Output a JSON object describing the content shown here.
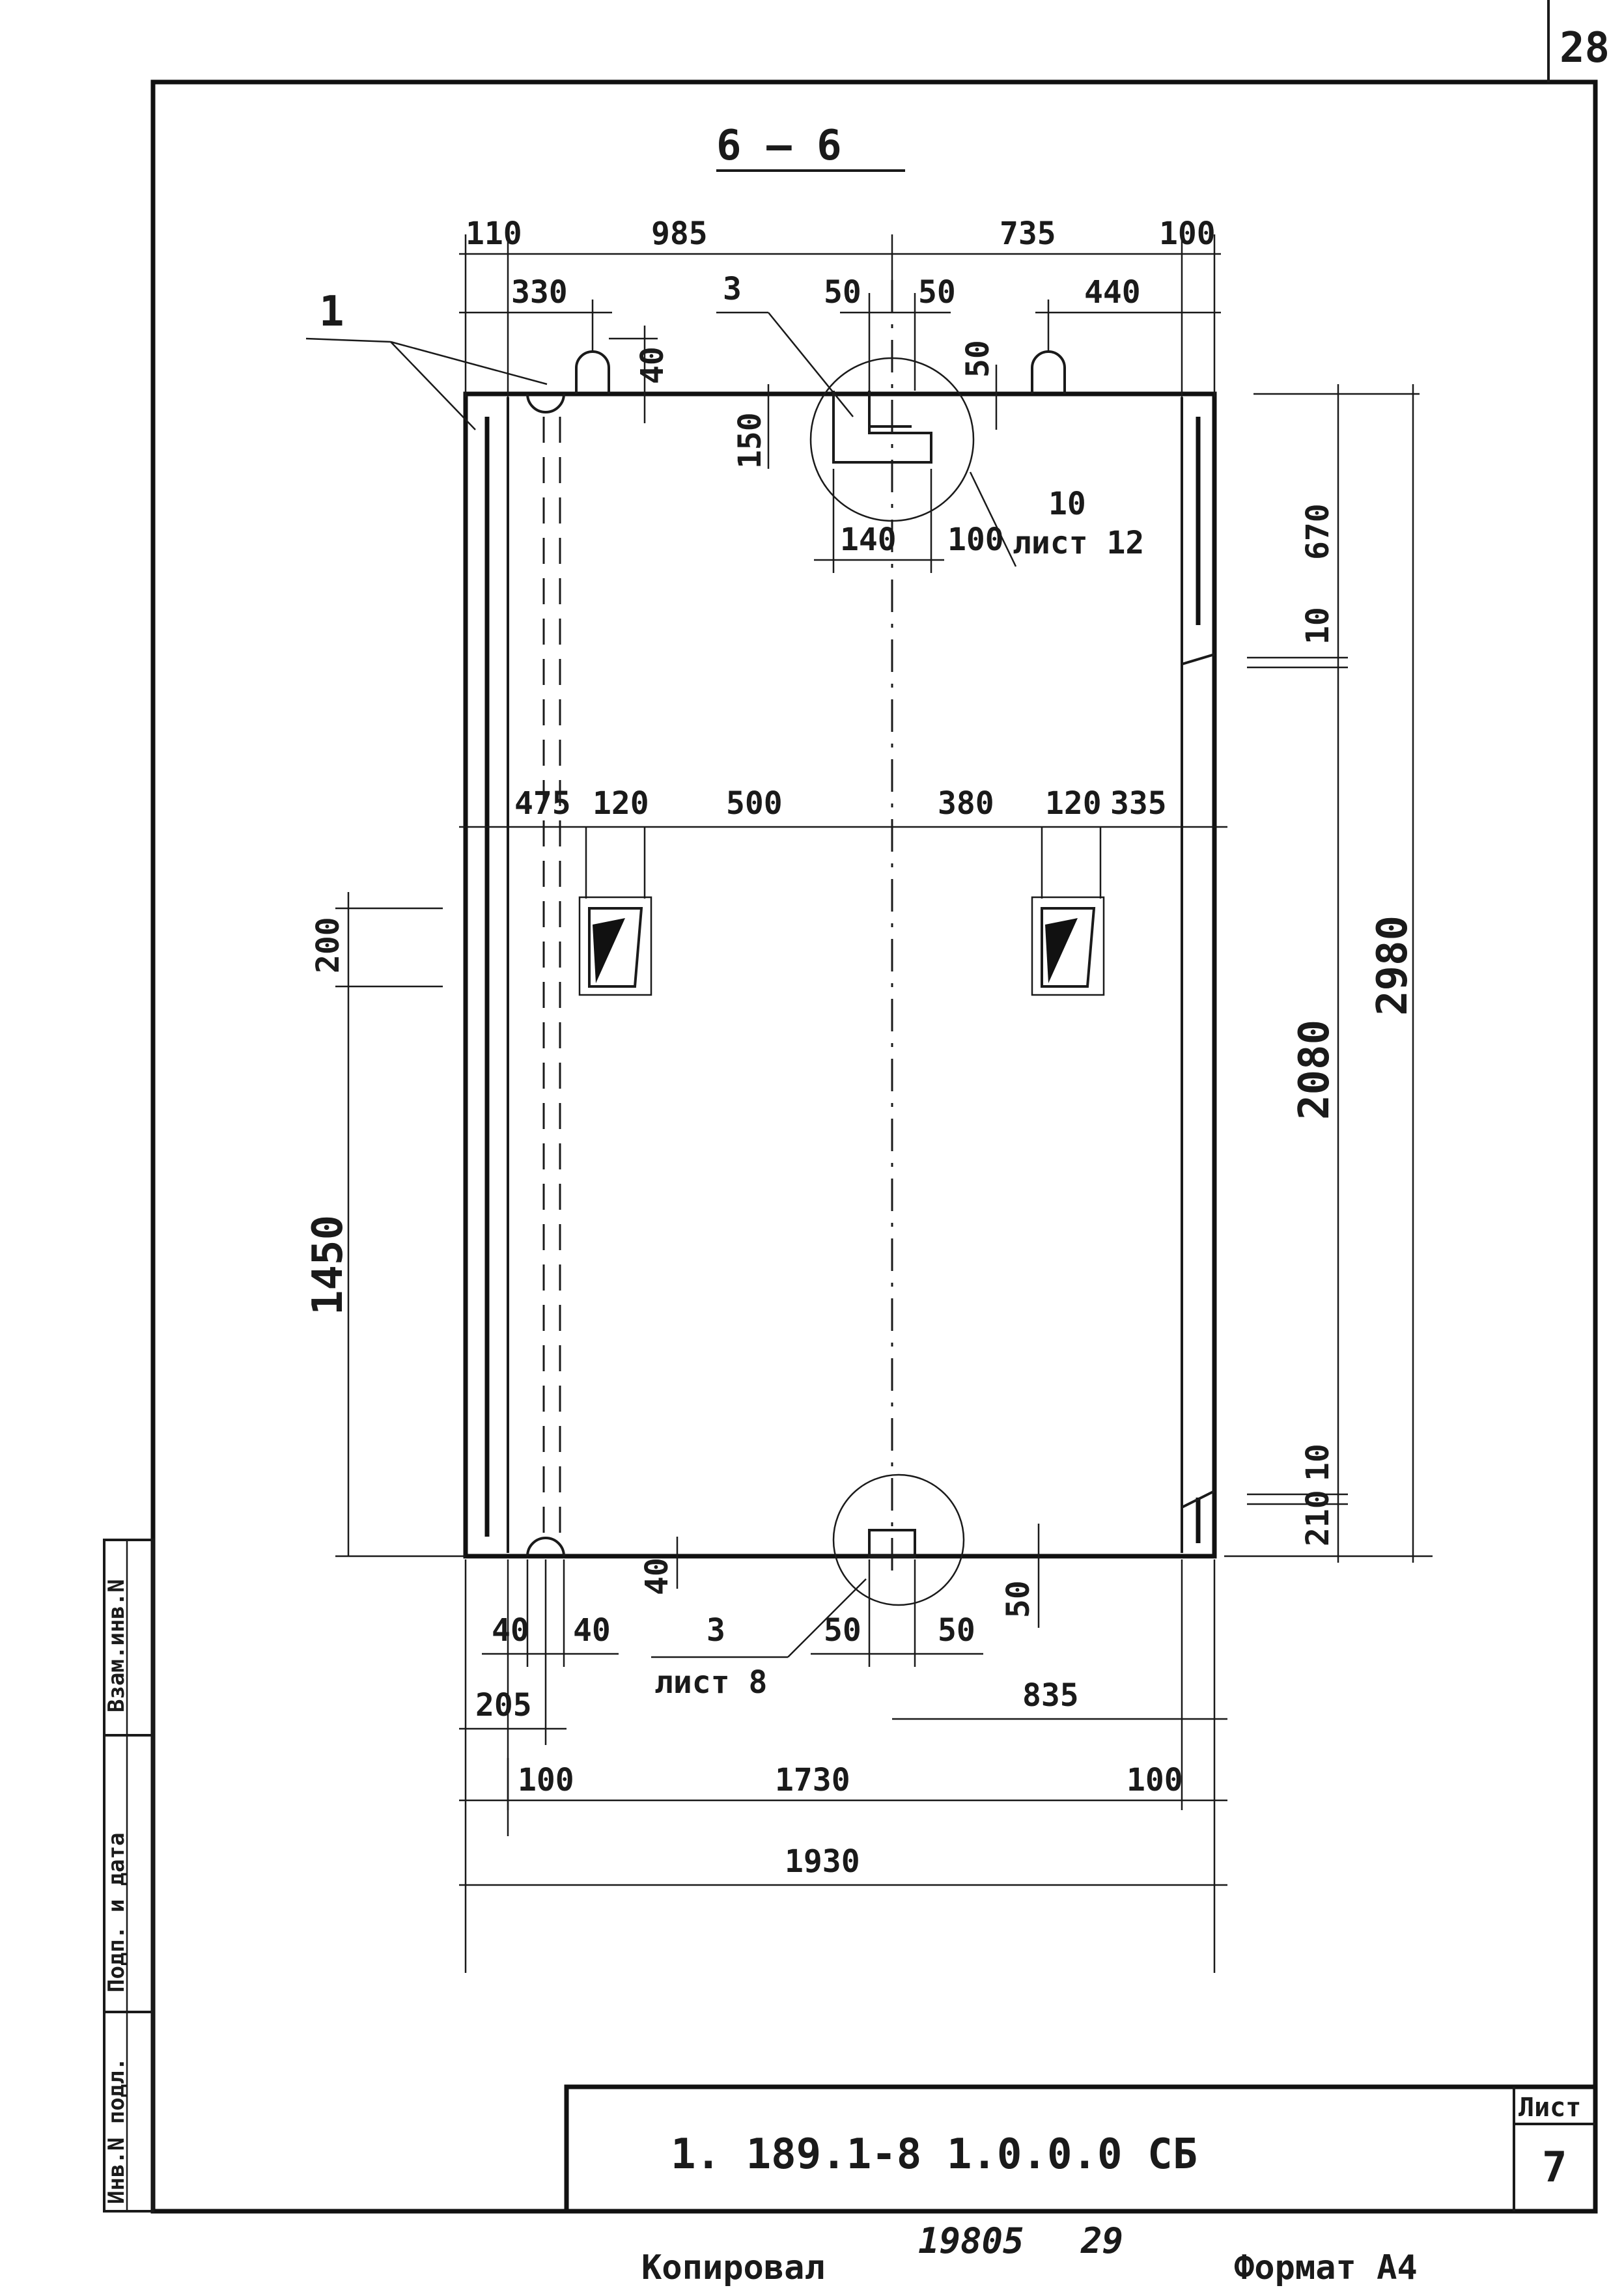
{
  "sheet": {
    "page_corner_number": "28",
    "section_title": "6 — 6",
    "designation": "1. 189.1-8  1.0.0.0 СБ",
    "sheet_label": "Лист",
    "sheet_number": "7",
    "copied_label": "Копировал",
    "copied_number": "19805",
    "copied_number2": "29",
    "format_label": "Формат А4"
  },
  "side_stamp": {
    "inv_original": "Инв.N подл.",
    "signature_date": "Подп. и дата",
    "replace_inv": "Взам.инв.N"
  },
  "callouts": {
    "pos1": "1",
    "pos3_top": "3",
    "pos10": "10",
    "sheet12": "лист 12",
    "pos3_bottom": "3",
    "sheet8": "лист 8"
  },
  "dimensions": {
    "top": [
      "110",
      "985",
      "735",
      "100",
      "330",
      "50",
      "50",
      "440",
      "40",
      "50",
      "150",
      "140",
      "100"
    ],
    "middle": [
      "475",
      "120",
      "500",
      "380",
      "120",
      "335"
    ],
    "left": [
      "200",
      "1450"
    ],
    "right": [
      "670",
      "10",
      "2980",
      "2080",
      "10",
      "210"
    ],
    "bottom": [
      "40",
      "40",
      "40",
      "50",
      "50",
      "50",
      "205",
      "835",
      "100",
      "1730",
      "100",
      "1930"
    ]
  }
}
